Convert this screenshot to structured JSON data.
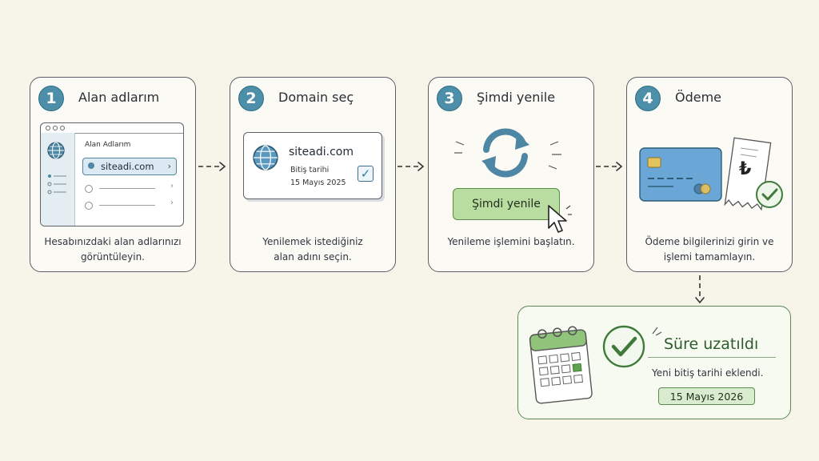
{
  "steps": [
    {
      "number": "1",
      "title": "Alan adlarım",
      "desc_lines": [
        "Hesabınızdaki alan adlarınızı",
        "görüntüleyin."
      ]
    },
    {
      "number": "2",
      "title": "Domain seç",
      "desc_lines": [
        "Yenilemek istediğiniz",
        "alan adını seçin."
      ]
    },
    {
      "number": "3",
      "title": "Şimdi yenile",
      "desc_lines": [
        "Yenileme işlemini başlatın."
      ]
    },
    {
      "number": "4",
      "title": "Ödeme",
      "desc_lines": [
        "Ödeme bilgilerinizi girin ve",
        "işlemi tamamlayın."
      ]
    }
  ],
  "step1_mock": {
    "list_header": "Alan Adlarım",
    "selected_domain": "siteadi.com"
  },
  "step2_card": {
    "domain": "siteadi.com",
    "expiry_label": "Bitiş tarihi",
    "expiry_date": "15 Mayıs 2025"
  },
  "step3_button": {
    "label": "Şimdi yenile"
  },
  "step4_icons": [
    "credit-card-icon",
    "receipt-icon",
    "lira-icon",
    "check-icon"
  ],
  "step4_currency": "₺",
  "result": {
    "title": "Süre uzatıldı",
    "subtitle": "Yeni bitiş tarihi eklendi.",
    "new_date": "15 Mayıs 2026"
  },
  "colors": {
    "blue": "#4d8fa8",
    "green": "#5a8a4f",
    "paper": "#f7f4ea"
  }
}
